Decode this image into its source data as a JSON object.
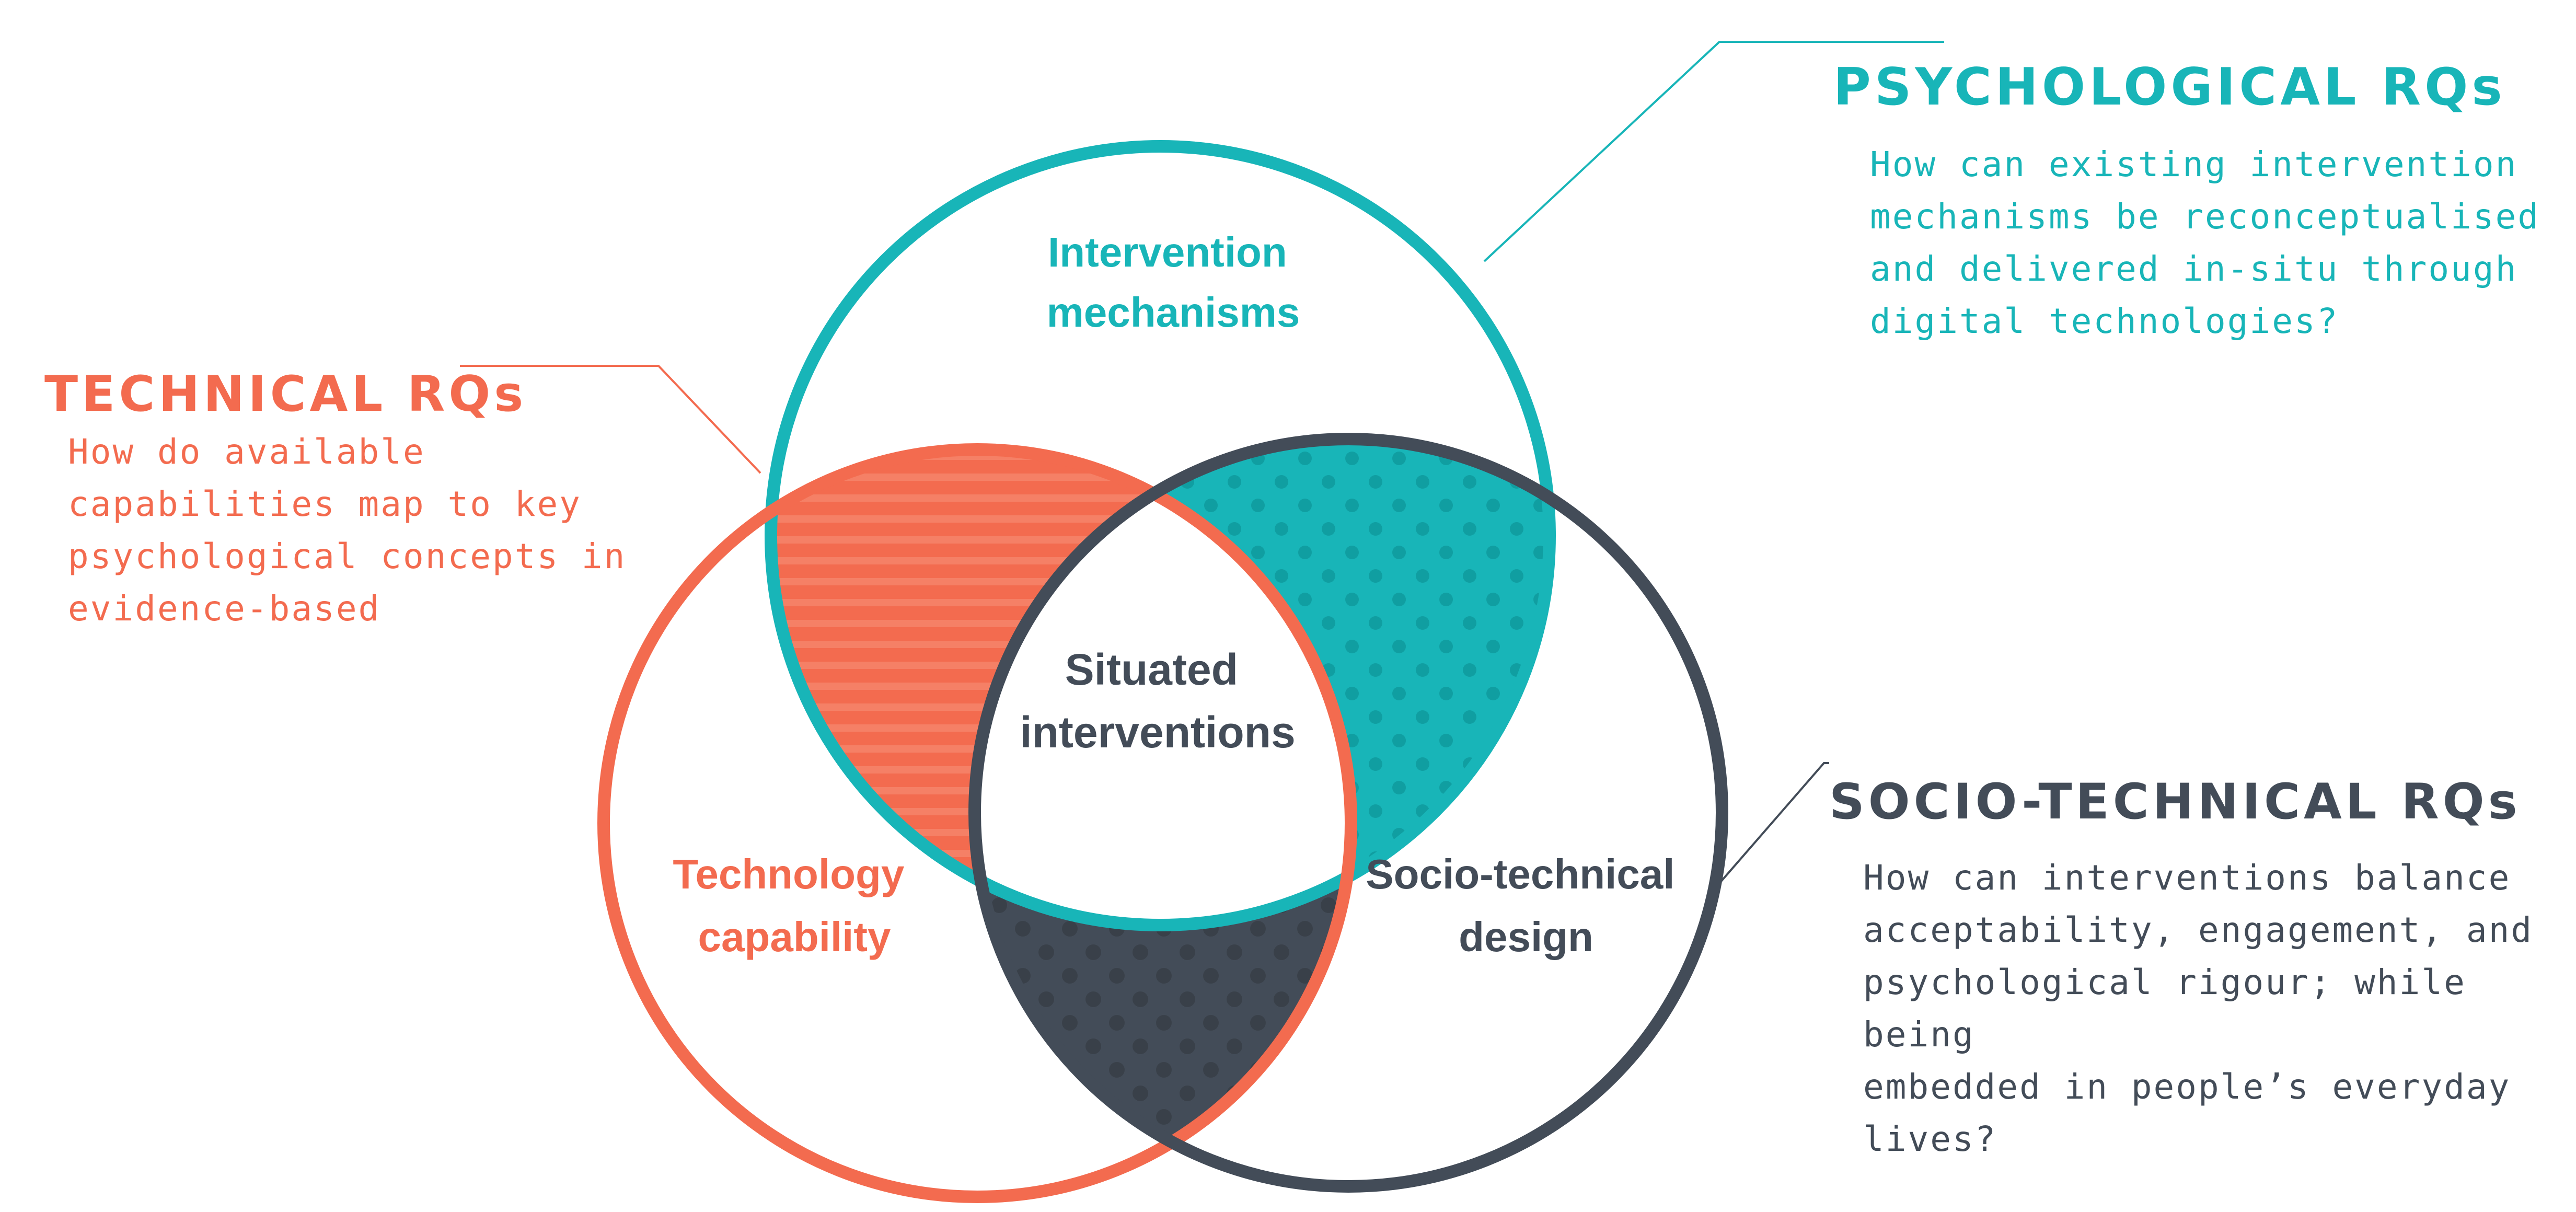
{
  "colors": {
    "psychological": "#18b5b8",
    "technical": "#f36b4f",
    "socio_technical": "#434c58",
    "background": "#ffffff"
  },
  "circles": {
    "intervention_mechanisms": {
      "line1": "Intervention",
      "line2": "mechanisms"
    },
    "technology_capability": {
      "line1": "Technology",
      "line2": "capability"
    },
    "socio_technical_design": {
      "line1": "Socio-technical",
      "line2": "design"
    }
  },
  "center": {
    "line1": "Situated",
    "line2": "interventions"
  },
  "rqs": {
    "psychological": {
      "title": "PSYCHOLOGICAL RQs",
      "body": "How can existing intervention\nmechanisms be reconceptualised\nand delivered in-situ through\ndigital technologies?"
    },
    "technical": {
      "title": "TECHNICAL RQs",
      "body": "How do available\ncapabilities map to key\npsychological concepts in\nevidence-based"
    },
    "socio_technical": {
      "title": "SOCIO-TECHNICAL RQs",
      "body": "How can interventions balance\nacceptability, engagement, and\npsychological rigour; while being\nembedded in people’s everyday\nlives?"
    }
  }
}
